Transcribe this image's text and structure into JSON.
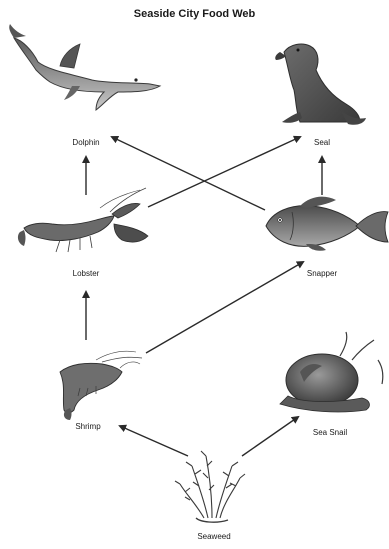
{
  "title": "Seaside City Food Web",
  "organisms": {
    "dolphin": "Dolphin",
    "seal": "Seal",
    "lobster": "Lobster",
    "snapper": "Snapper",
    "shrimp": "Shrimp",
    "sea_snail": "Sea Snail",
    "seaweed": "Seaweed"
  },
  "arrows": [
    {
      "from": "Lobster",
      "to": "Dolphin"
    },
    {
      "from": "Snapper",
      "to": "Dolphin"
    },
    {
      "from": "Lobster",
      "to": "Seal"
    },
    {
      "from": "Snapper",
      "to": "Seal"
    },
    {
      "from": "Shrimp",
      "to": "Lobster"
    },
    {
      "from": "Shrimp",
      "to": "Snapper"
    },
    {
      "from": "Seaweed",
      "to": "Shrimp"
    },
    {
      "from": "Seaweed",
      "to": "Sea Snail"
    }
  ],
  "colors": {
    "ink": "#1a1a1a",
    "animal_dark": "#4a4a4a",
    "animal_mid": "#7d7d7d",
    "animal_light": "#b8b8b8"
  }
}
